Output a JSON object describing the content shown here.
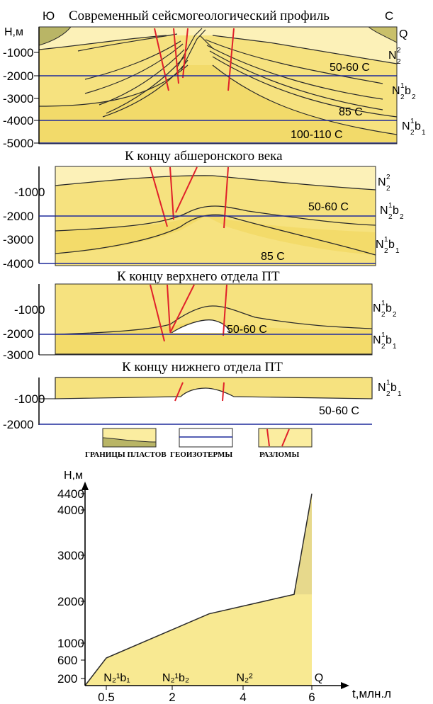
{
  "colors": {
    "layer_light": "#fdf2b6",
    "layer": "#f7e584",
    "layer_dark": "#f0d862",
    "q_dark": "#c9c06a",
    "isotherm": "#1f2a9c",
    "fault": "#e0202a",
    "boundary": "#2a2a2a"
  },
  "panel1": {
    "title": "Современный сейсмогеологический профиль",
    "left_mark": "Ю",
    "right_mark": "С",
    "unit": "Н,м",
    "ticks": [
      "-1000",
      "-2000",
      "-3000",
      "-4000",
      "-5000"
    ],
    "layer_labels": {
      "q": "Q",
      "n22": "N",
      "n22_sub": "2",
      "n22_sup": "2",
      "n21b2": "N",
      "n21b2_sub": "2",
      "n21b2_sup": "1",
      "n21b2_b": "b",
      "n21b2_bsub": "2",
      "n21b1": "N",
      "n21b1_sub": "2",
      "n21b1_sup": "1",
      "n21b1_b": "b",
      "n21b1_bsub": "1"
    },
    "isotherms": [
      "50-60 C",
      "85 C",
      "100-110 C"
    ]
  },
  "panel2": {
    "title": "К концу абшеронского века",
    "ticks": [
      "-1000",
      "-2000",
      "-3000",
      "-4000"
    ],
    "isotherms": [
      "50-60 C",
      "85 C"
    ]
  },
  "panel3": {
    "title": "К концу верхнего отдела ПТ",
    "ticks": [
      "-1000",
      "-2000",
      "-3000"
    ],
    "isotherms": [
      "50-60 C"
    ]
  },
  "panel4": {
    "title": "К концу нижнего отдела ПТ",
    "ticks": [
      "-1000",
      "-2000"
    ],
    "isotherms": [
      "50-60 C"
    ]
  },
  "legend": {
    "layers": "ГРАНИЦЫ ПЛАСТОВ",
    "isotherms": "ГЕОИЗОТЕРМЫ",
    "faults": "РАЗЛОМЫ"
  },
  "chart_data": {
    "type": "area",
    "ylabel": "H,м",
    "xlabel": "t,млн.л",
    "y_ticks": [
      "4400",
      "4000",
      "3000",
      "2000",
      "1000",
      "600",
      "200"
    ],
    "x_ticks": [
      "0.5",
      "2",
      "4",
      "6"
    ],
    "stage_labels": [
      "N₂¹b₁",
      "N₂¹b₂",
      "N₂²",
      "Q"
    ],
    "curve": [
      [
        0.0,
        0
      ],
      [
        0.5,
        650
      ],
      [
        3.0,
        1700
      ],
      [
        5.5,
        2150
      ],
      [
        6.0,
        4400
      ]
    ]
  }
}
